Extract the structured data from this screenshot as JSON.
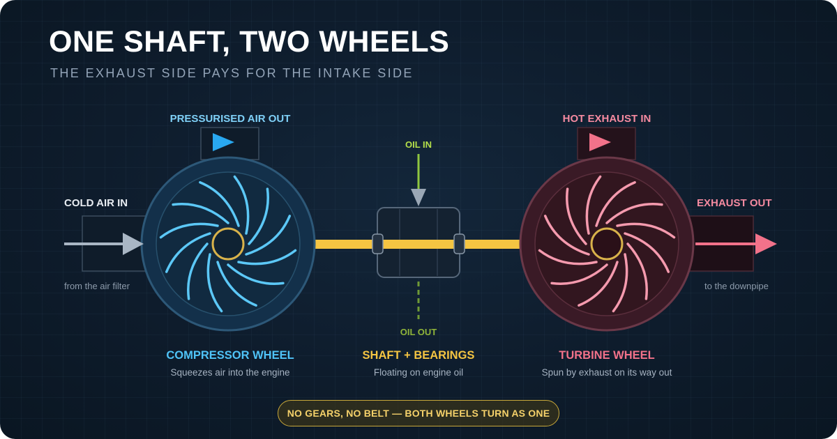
{
  "title": "ONE SHAFT, TWO WHEELS",
  "subtitle": "THE EXHAUST SIDE PAYS FOR THE INTAKE SIDE",
  "compressor": {
    "label": "COMPRESSOR WHEEL",
    "description": "Squeezes air into the engine",
    "outlet_label": "PRESSURISED AIR OUT",
    "inlet_label": "COLD AIR IN",
    "inlet_note": "from the air filter",
    "color": "#4fc3f7"
  },
  "shaft": {
    "label": "SHAFT + BEARINGS",
    "description": "Floating on engine oil",
    "oil_in_label": "OIL IN",
    "oil_out_label": "OIL OUT",
    "color": "#f5c542"
  },
  "turbine": {
    "label": "TURBINE WHEEL",
    "description": "Spun by exhaust on its way out",
    "inlet_label": "HOT EXHAUST IN",
    "outlet_label": "EXHAUST OUT",
    "outlet_note": "to the downpipe",
    "color": "#f2728a"
  },
  "footer_pill": "NO GEARS, NO BELT — BOTH WHEELS TURN AS ONE"
}
